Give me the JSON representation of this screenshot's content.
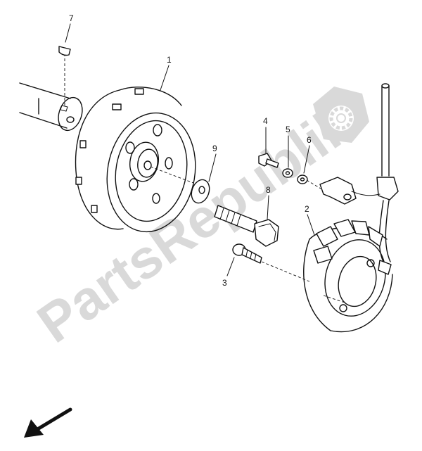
{
  "watermark": {
    "text": "PartsRepublik",
    "color": "#d9d9d9",
    "logo_icon": "gear-icon"
  },
  "callouts": [
    {
      "id": "1",
      "label": "1"
    },
    {
      "id": "2",
      "label": "2"
    },
    {
      "id": "3",
      "label": "3"
    },
    {
      "id": "4",
      "label": "4"
    },
    {
      "id": "5",
      "label": "5"
    },
    {
      "id": "6",
      "label": "6"
    },
    {
      "id": "7",
      "label": "7"
    },
    {
      "id": "8",
      "label": "8"
    },
    {
      "id": "9",
      "label": "9"
    }
  ],
  "direction_arrow": {
    "icon": "arrow-down-left-icon"
  }
}
